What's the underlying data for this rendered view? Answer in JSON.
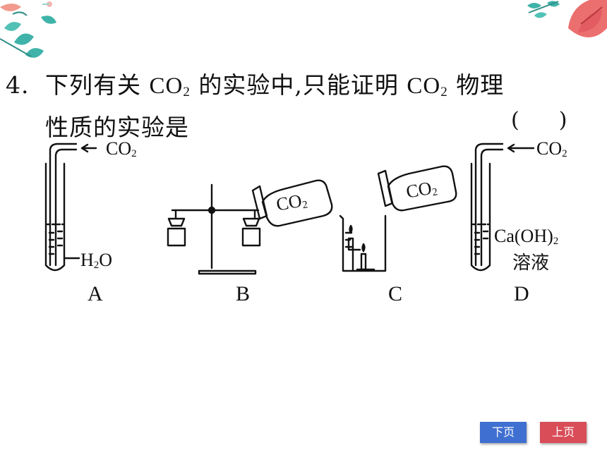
{
  "question": {
    "number": "4.",
    "text_part1": "下列有关",
    "formula1": "CO",
    "formula1_sub": "2",
    "text_part2": "的实验中,只能证明",
    "formula2": "CO",
    "formula2_sub": "2",
    "text_part3": "物理",
    "line2": "性质的实验是",
    "paren_open": "(",
    "paren_close": ")"
  },
  "figure": {
    "a": {
      "gas": "CO",
      "gas_sub": "2",
      "liquid": "H",
      "liquid_sub": "2",
      "liquid_tail": "O",
      "caption": "A"
    },
    "b": {
      "bottle": "CO",
      "bottle_sub": "2",
      "caption": "B"
    },
    "c": {
      "bottle": "CO",
      "bottle_sub": "2",
      "caption": "C"
    },
    "d": {
      "gas": "CO",
      "gas_sub": "2",
      "solution": "Ca(OH)",
      "solution_sub": "2",
      "solution_line2": "溶液",
      "caption": "D"
    }
  },
  "nav": {
    "next_label": "下页",
    "prev_label": "上页"
  },
  "colors": {
    "next_button": "#3f6fd0",
    "prev_button": "#d94d58"
  }
}
